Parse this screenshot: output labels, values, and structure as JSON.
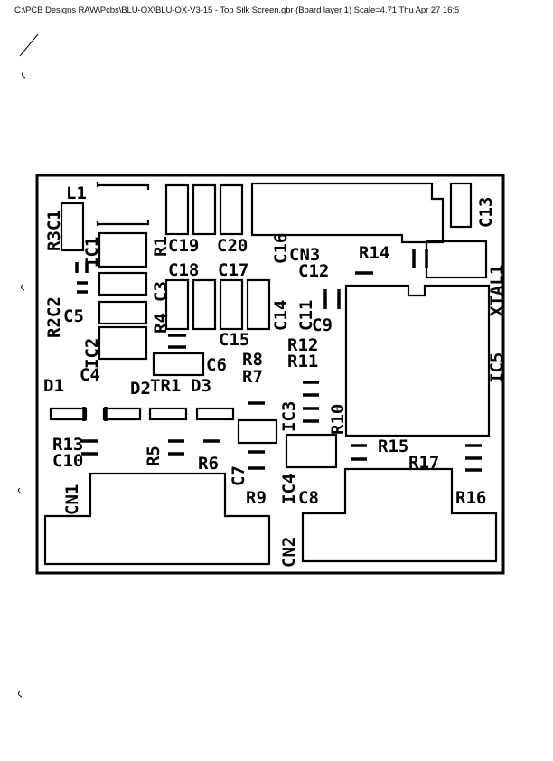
{
  "header": {
    "text": "C:\\PCB Designs RAW\\Pcbs\\BLU-OX\\BLU-OX-V3-15 - Top Silk Screen.gbr (Board layer 1) Scale=4.71  Thu Apr 27 16:5"
  },
  "colors": {
    "ink": "#000000",
    "paper": "#ffffff"
  },
  "labels": {
    "L1": "L1",
    "R3C1": "R3C1",
    "R2C2": "R2C2",
    "IC1": "IC1",
    "C5": "C5",
    "IC2": "IC2",
    "C4": "C4",
    "R1": "R1",
    "C19": "C19",
    "C20": "C20",
    "C3": "C3",
    "C18": "C18",
    "C17": "C17",
    "R4": "R4",
    "C16": "C16",
    "C14": "C14",
    "C11": "C11",
    "CN3": "CN3",
    "R14": "R14",
    "C12": "C12",
    "C9": "C9",
    "C15": "C15",
    "C6": "C6",
    "R8": "R8",
    "R7": "R7",
    "R12": "R12",
    "R11": "R11",
    "D1": "D1",
    "D2": "D2",
    "TR1": "TR1",
    "D3": "D3",
    "IC3": "IC3",
    "R10": "R10",
    "C13": "C13",
    "XTAL1": "XTAL1",
    "IC5": "IC5",
    "R13": "R13",
    "C10": "C10",
    "R5": "R5",
    "R6": "R6",
    "C7": "C7",
    "CN1": "CN1",
    "R9": "R9",
    "IC4": "IC4",
    "C8": "C8",
    "CN2": "CN2",
    "R15": "R15",
    "R17": "R17",
    "R16": "R16"
  }
}
